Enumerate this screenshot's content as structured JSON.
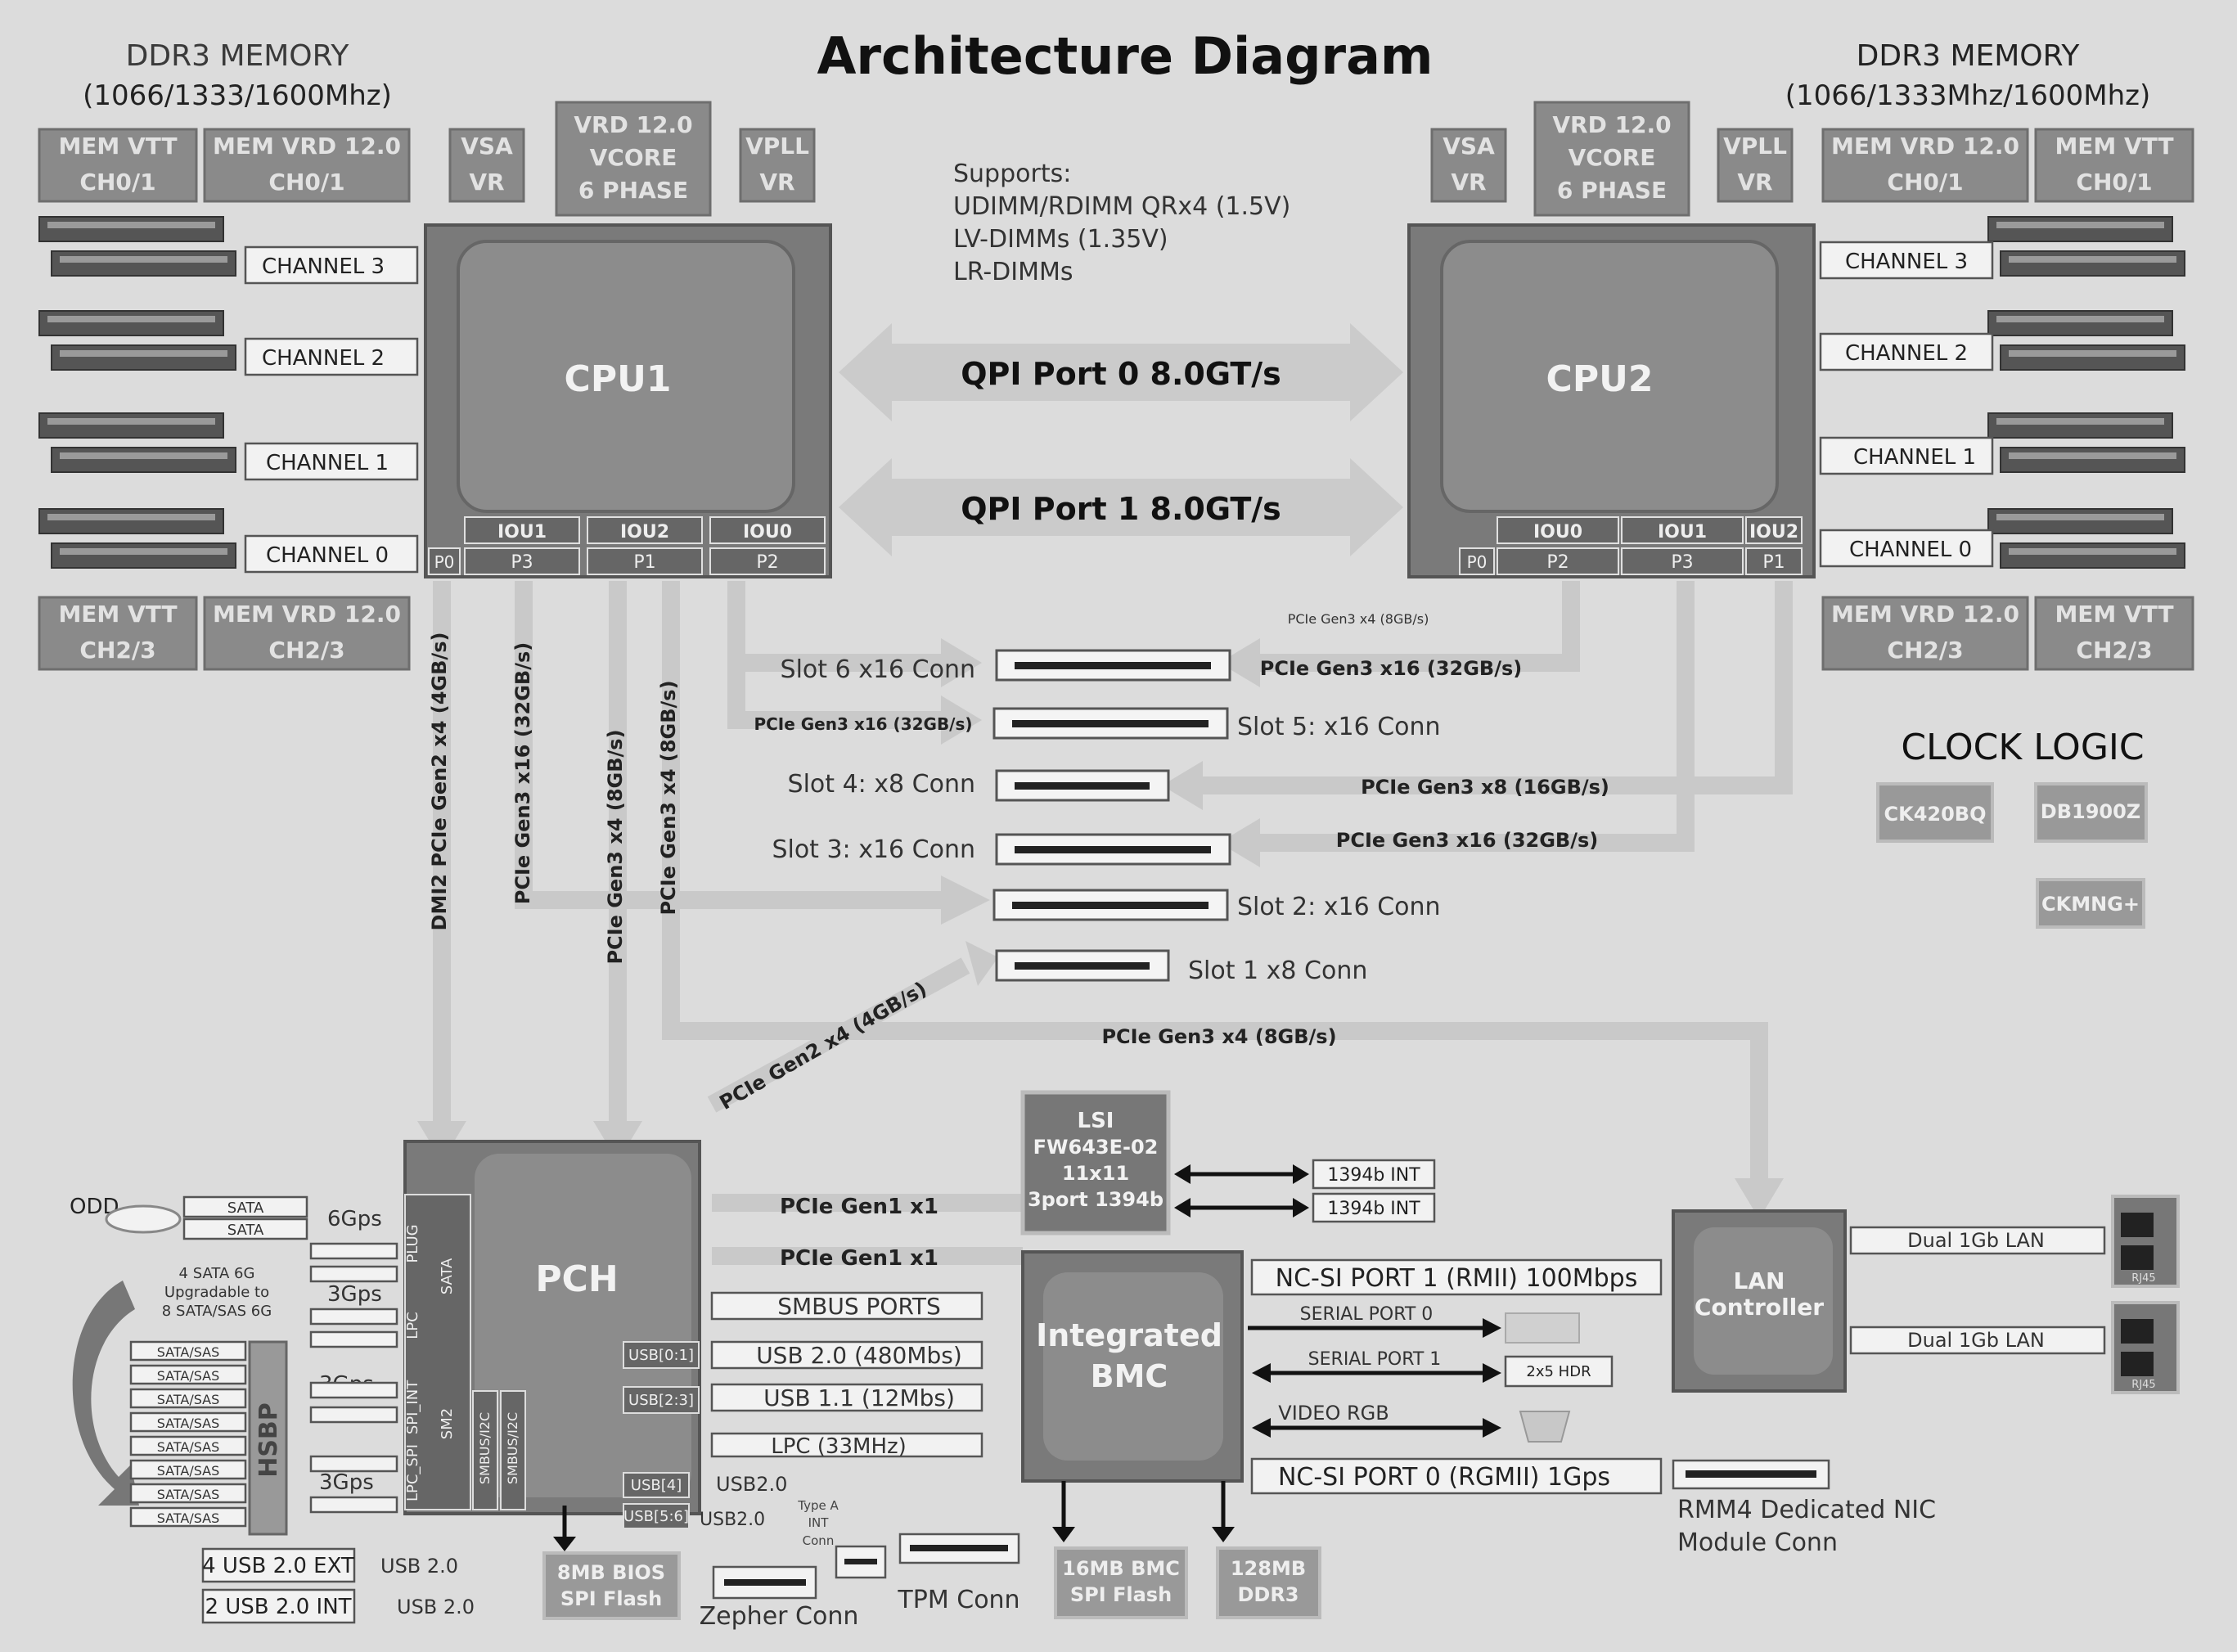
{
  "title": "Architecture Diagram",
  "memory_left": {
    "header": "DDR3 MEMORY",
    "speeds": "(1066/1333/1600Mhz)"
  },
  "memory_right": {
    "header": "DDR3 MEMORY",
    "speeds": "(1066/1333Mhz/1600Mhz)"
  },
  "power_left_top": [
    {
      "l1": "MEM VTT",
      "l2": "CH0/1"
    },
    {
      "l1": "MEM VRD 12.0",
      "l2": "CH0/1"
    },
    {
      "l1": "VSA",
      "l2": "VR"
    },
    {
      "l1": "VRD 12.0",
      "l2": "VCORE",
      "l3": "6 PHASE"
    },
    {
      "l1": "VPLL",
      "l2": "VR"
    }
  ],
  "power_right_top": [
    {
      "l1": "VSA",
      "l2": "VR"
    },
    {
      "l1": "VRD 12.0",
      "l2": "VCORE",
      "l3": "6 PHASE"
    },
    {
      "l1": "VPLL",
      "l2": "VR"
    },
    {
      "l1": "MEM VRD 12.0",
      "l2": "CH0/1"
    },
    {
      "l1": "MEM VTT",
      "l2": "CH0/1"
    }
  ],
  "power_left_bottom": [
    {
      "l1": "MEM VTT",
      "l2": "CH2/3"
    },
    {
      "l1": "MEM VRD 12.0",
      "l2": "CH2/3"
    }
  ],
  "power_right_bottom": [
    {
      "l1": "MEM VRD 12.0",
      "l2": "CH2/3"
    },
    {
      "l1": "MEM VTT",
      "l2": "CH2/3"
    }
  ],
  "channels_left": [
    "CHANNEL 3",
    "CHANNEL 2",
    "CHANNEL 1",
    "CHANNEL 0"
  ],
  "channels_right": [
    "CHANNEL 3",
    "CHANNEL 2",
    "CHANNEL 1",
    "CHANNEL 0"
  ],
  "supports": [
    "Supports:",
    "UDIMM/RDIMM QRx4 (1.5V)",
    "LV-DIMMs (1.35V)",
    "LR-DIMMs"
  ],
  "cpu1": {
    "name": "CPU1",
    "iou": [
      "IOU1",
      "IOU2",
      "IOU0"
    ],
    "ports": [
      "P0",
      "P3",
      "P1",
      "P2"
    ]
  },
  "cpu2": {
    "name": "CPU2",
    "iou": [
      "IOU0",
      "IOU1",
      "IOU2"
    ],
    "ports": [
      "P0",
      "P2",
      "P3",
      "P1"
    ]
  },
  "qpi": [
    "QPI Port 0 8.0GT/s",
    "QPI Port 1 8.0GT/s"
  ],
  "slots": {
    "s6": "Slot 6 x16 Conn",
    "s5": "Slot 5: x16 Conn",
    "s4": "Slot 4: x8 Conn",
    "s3": "Slot 3: x16 Conn",
    "s2": "Slot 2: x16 Conn",
    "s1": "Slot 1 x8 Conn"
  },
  "links": {
    "gen3x4_small": "PCIe Gen3 x4 (8GB/s)",
    "gen3x16_cpu2": "PCIe Gen3 x16 (32GB/s)",
    "gen3x16_slot5": "PCIe Gen3 x16 (32GB/s)",
    "gen3x8": "PCIe Gen3 x8 (16GB/s)",
    "gen3x16_slot3": "PCIe Gen3 x16 (32GB/s)",
    "gen3x4_lan": "PCIe Gen3 x4 (8GB/s)",
    "gen2x4": "PCIe Gen2 x4 (4GB/s)",
    "v_dmi": "DMI2 PCIe Gen2 x4 (4GB/s)",
    "v_gen3x16": "PCIe Gen3 x16 (32GB/s)",
    "v_gen3x4a": "PCIe Gen3 x4 (8GB/s)",
    "v_gen3x4b": "PCIe Gen3 x4 (8GB/s)"
  },
  "clock": {
    "title": "CLOCK LOGIC",
    "chips": [
      "CK420BQ",
      "DB1900Z",
      "CKMNG+"
    ]
  },
  "pch": {
    "name": "PCH",
    "pch_links": [
      "PCIe Gen1 x1",
      "PCIe Gen1 x1",
      "SMBUS PORTS",
      "USB 2.0 (480Mbs)",
      "USB 1.1 (12Mbs)",
      "LPC (33MHz)"
    ],
    "side_labels": [
      "PLUG",
      "SATA",
      "LPC",
      "SPI_INT",
      "LPC_SPI",
      "SMBUS/I2C",
      "SM2"
    ],
    "usb_tabs": [
      "USB[0:1]",
      "USB[2:3]",
      "USB[4]",
      "USB[5:6]"
    ],
    "usb_labels": [
      "USB2.0",
      "USB2.0"
    ]
  },
  "storage": {
    "odd": "ODD",
    "sata": [
      "SATA",
      "SATA"
    ],
    "gbps": [
      "6Gps",
      "3Gps",
      "3Gps",
      "3Gps"
    ],
    "note": [
      "4 SATA 6G",
      "Upgradable to",
      "8 SATA/SAS 6G"
    ],
    "hsbp": "HSBP",
    "bays": [
      "SATA/SAS",
      "SATA/SAS",
      "SATA/SAS",
      "SATA/SAS",
      "SATA/SAS",
      "SATA/SAS",
      "SATA/SAS",
      "SATA/SAS"
    ]
  },
  "usb_ext": [
    "4 USB 2.0 EXT",
    "2 USB 2.0 INT"
  ],
  "usb_ext_links": [
    "USB 2.0",
    "USB 2.0"
  ],
  "bios": [
    "8MB BIOS",
    "SPI Flash"
  ],
  "zepher": "Zepher Conn",
  "tpm": "TPM Conn",
  "type_a": [
    "Type A",
    "INT",
    "Conn"
  ],
  "lsi": [
    "LSI",
    "FW643E-02",
    "11x11",
    "3port 1394b"
  ],
  "ieee": [
    "1394b INT",
    "1394b INT"
  ],
  "bmc": {
    "name": [
      "Integrated",
      "BMC"
    ],
    "flash": [
      "16MB BMC",
      "SPI Flash"
    ],
    "ddr": [
      "128MB",
      "DDR3"
    ]
  },
  "bmc_links": [
    "NC-SI PORT 1 (RMII) 100Mbps",
    "SERIAL PORT 0",
    "SERIAL PORT 1",
    "VIDEO RGB",
    "NC-SI PORT 0 (RGMII) 1Gps"
  ],
  "hdr": "2x5 HDR",
  "lan": {
    "name": [
      "LAN",
      "Controller"
    ],
    "ports": [
      "Dual 1Gb LAN",
      "Dual 1Gb LAN"
    ],
    "jack": [
      "RJ45",
      "RJ45"
    ]
  },
  "rmm": [
    "RMM4 Dedicated NIC",
    "Module Conn"
  ]
}
